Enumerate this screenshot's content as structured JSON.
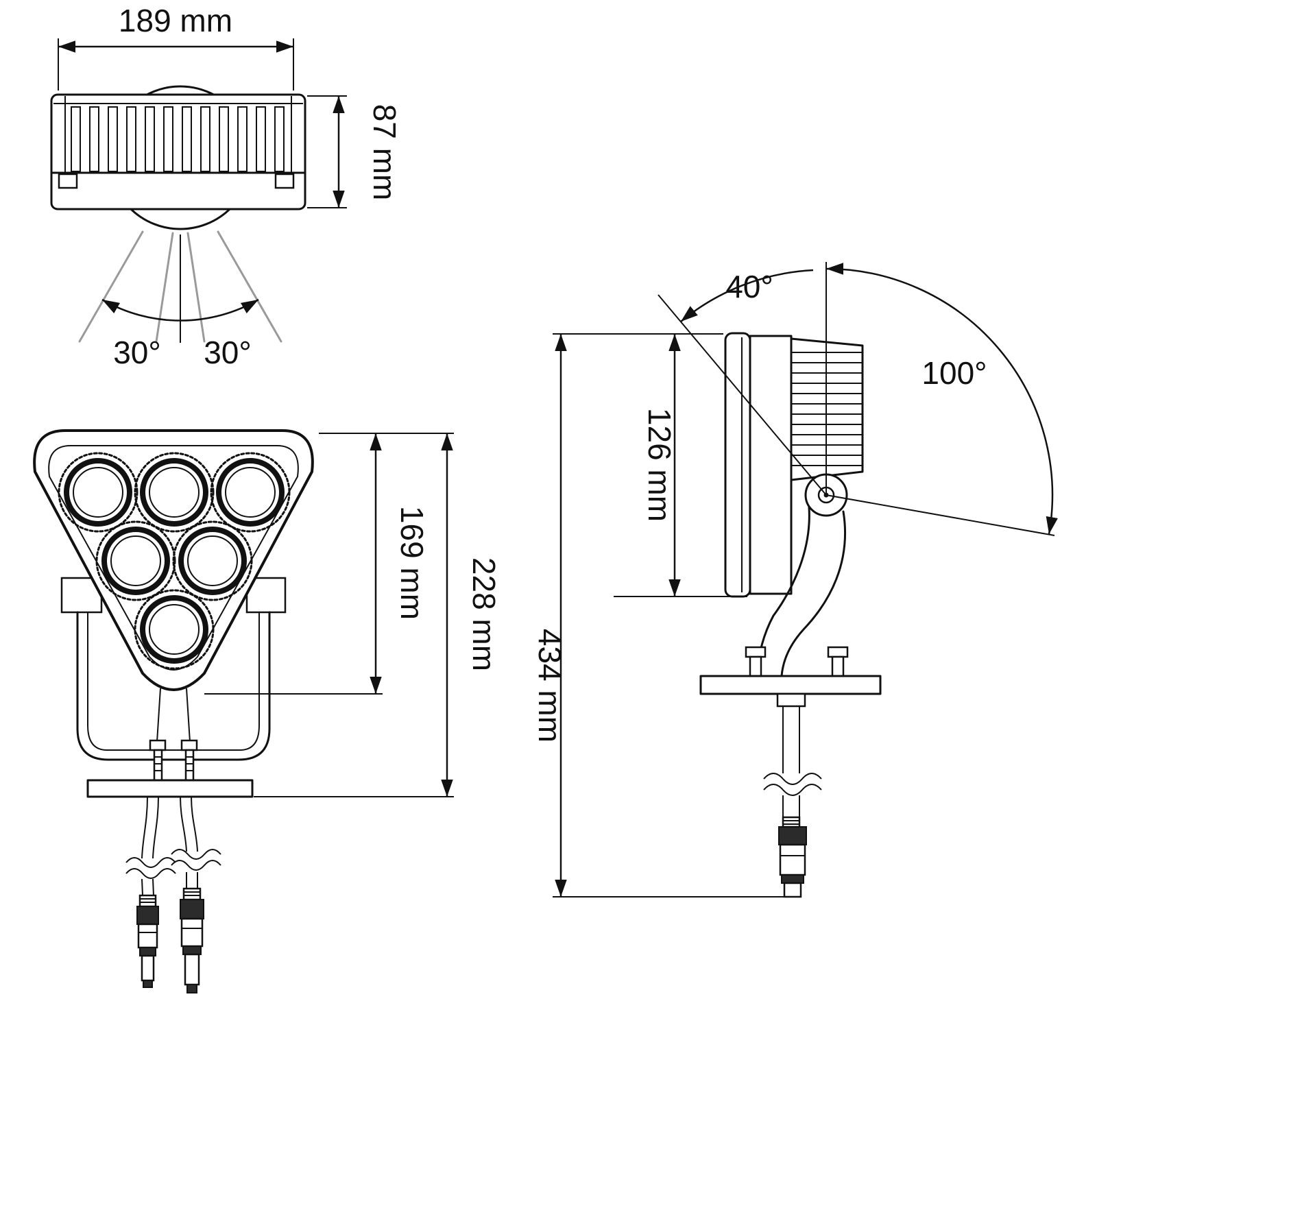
{
  "diagram": {
    "kind": "technical-dimension-drawing",
    "subject": "triangular LED work lamp with pedestal mount and cables"
  },
  "colors": {
    "line": "#111111",
    "beam": "#9a9a9a",
    "dark_fill": "#2b2b2b",
    "background": "#ffffff"
  },
  "labels": {
    "top_width": "189 mm",
    "top_depth": "87 mm",
    "beam_angle_left": "30°",
    "beam_angle_right": "30°",
    "head_height": "169 mm",
    "mount_height": "228 mm",
    "side_body_height": "126 mm",
    "total_height": "434 mm",
    "tilt_angle": "40°",
    "swivel_angle": "100°"
  }
}
